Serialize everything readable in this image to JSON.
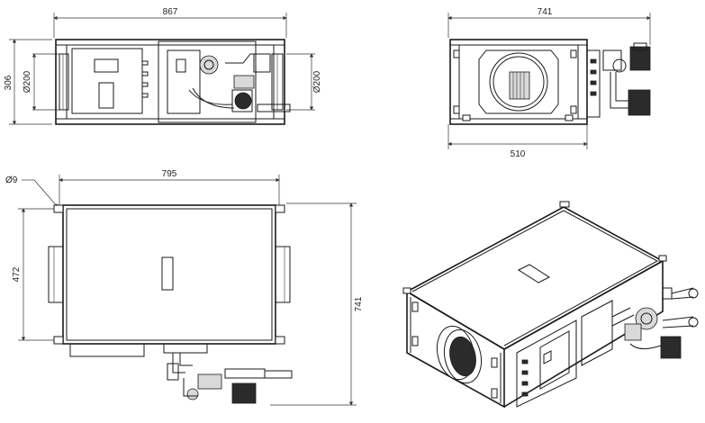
{
  "diagram": {
    "front_view": {
      "width_label": "867",
      "height_label": "306",
      "diameter_left": "Ø200",
      "diameter_right": "Ø200"
    },
    "side_view": {
      "width_top_label": "741",
      "width_bottom_label": "510"
    },
    "top_view": {
      "hole_label": "Ø9",
      "width_label": "795",
      "depth_label": "472",
      "total_depth_label": "741"
    }
  }
}
